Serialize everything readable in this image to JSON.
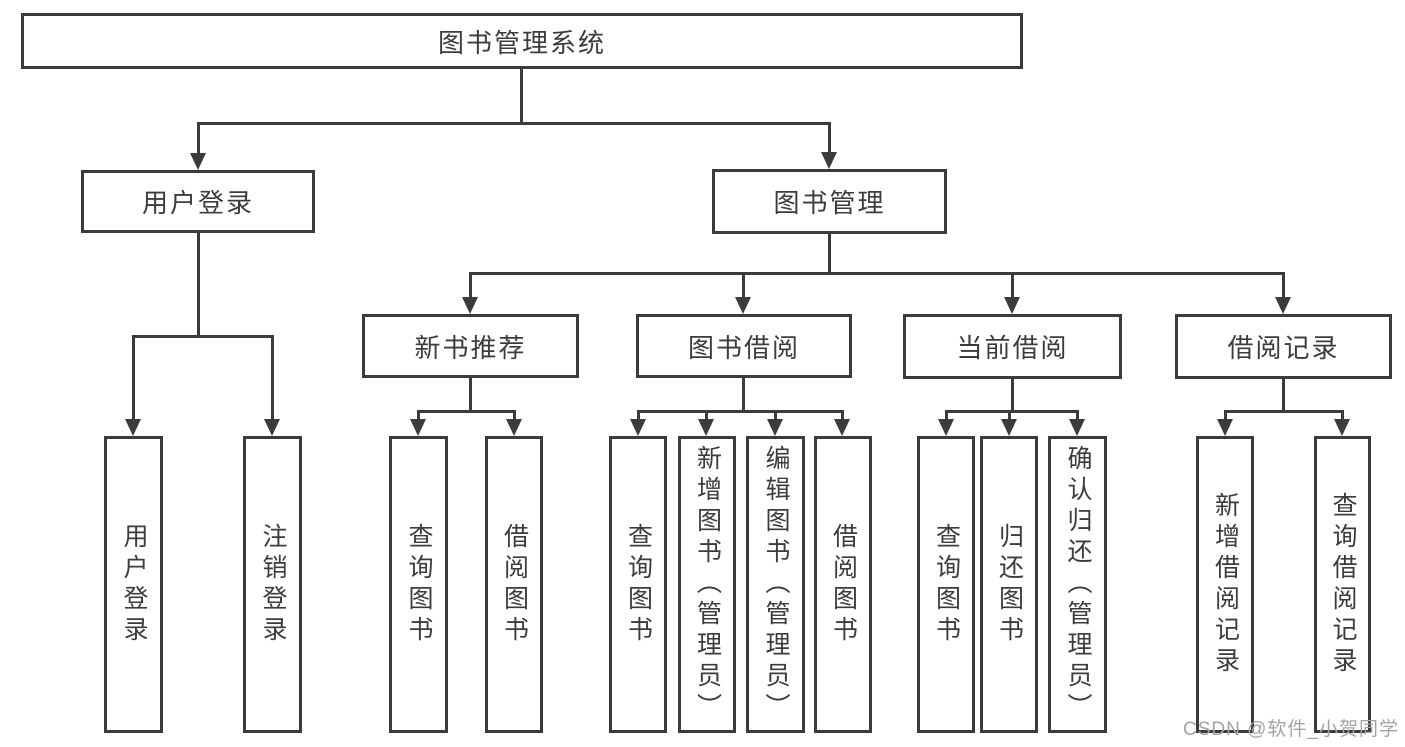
{
  "nodes": {
    "root": {
      "label": "图书管理系统"
    },
    "level2": [
      {
        "label": "用户登录"
      },
      {
        "label": "图书管理"
      }
    ],
    "level3": [
      {
        "label": "新书推荐",
        "parent": "图书管理"
      },
      {
        "label": "图书借阅",
        "parent": "图书管理"
      },
      {
        "label": "当前借阅",
        "parent": "图书管理"
      },
      {
        "label": "借阅记录",
        "parent": "图书管理"
      }
    ],
    "leaves": [
      {
        "label": "用户登录",
        "parent": "用户登录"
      },
      {
        "label": "注销登录",
        "parent": "用户登录"
      },
      {
        "label": "查询图书",
        "parent": "新书推荐"
      },
      {
        "label": "借阅图书",
        "parent": "新书推荐"
      },
      {
        "label": "查询图书",
        "parent": "图书借阅"
      },
      {
        "label": "新增图书（管理员）",
        "parent": "图书借阅"
      },
      {
        "label": "编辑图书（管理员）",
        "parent": "图书借阅"
      },
      {
        "label": "借阅图书",
        "parent": "图书借阅"
      },
      {
        "label": "查询图书",
        "parent": "当前借阅"
      },
      {
        "label": "归还图书",
        "parent": "当前借阅"
      },
      {
        "label": "确认归还（管理员）",
        "parent": "当前借阅"
      },
      {
        "label": "新增借阅记录",
        "parent": "借阅记录"
      },
      {
        "label": "查询借阅记录",
        "parent": "借阅记录"
      }
    ]
  },
  "watermark": "CSDN @软件_小贺同学",
  "colors": {
    "line": "#3b3b3b",
    "text": "#3c3c3c",
    "box_fill": "#ffffff",
    "watermark": "#a3a3a3",
    "background": "#ffffff"
  }
}
